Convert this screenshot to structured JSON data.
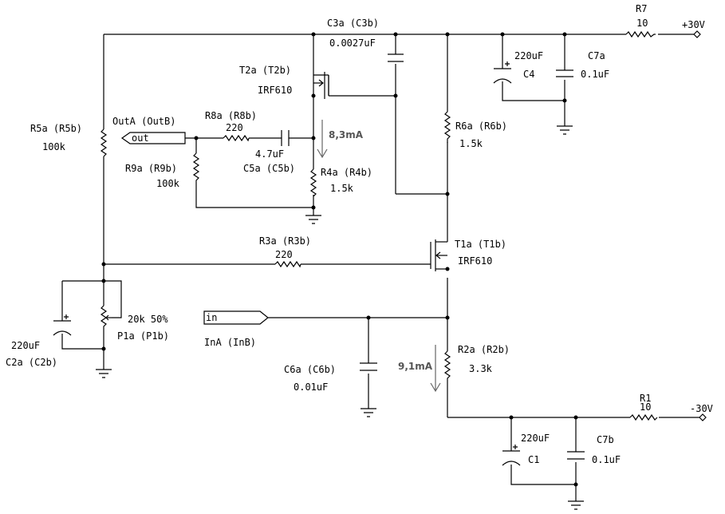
{
  "labels": {
    "c3": "C3a (C3b)",
    "c3_val": "0.0027uF",
    "r7": "R7",
    "r7_val": "10",
    "plus30": "+30V",
    "c4_val": "220uF",
    "c4": "C4",
    "c7a": "C7a",
    "c7a_val": "0.1uF",
    "t2": "T2a (T2b)",
    "t2_type": "IRF610",
    "r5": "R5a (R5b)",
    "r5_val": "100k",
    "out_ref": "OutA (OutB)",
    "out_port": "out",
    "r8": "R8a (R8b)",
    "r8_val": "220",
    "c5_val": "4.7uF",
    "c5": "C5a (C5b)",
    "i_top": "8,3mA",
    "r6": "R6a (R6b)",
    "r6_val": "1.5k",
    "r9": "R9a (R9b)",
    "r9_val": "100k",
    "r4": "R4a (R4b)",
    "r4_val": "1.5k",
    "r3": "R3a (R3b)",
    "r3_val": "220",
    "t1": "T1a (T1b)",
    "t1_type": "IRF610",
    "p1_val": "20k 50%",
    "p1": "P1a (P1b)",
    "in_port": "in",
    "in_ref": "InA (InB)",
    "c2_val": "220uF",
    "c2": "C2a (C2b)",
    "r2": "R2a (R2b)",
    "r2_val": "3.3k",
    "i_bot": "9,1mA",
    "c6": "C6a (C6b)",
    "c6_val": "0.01uF",
    "r1": "R1",
    "r1_val": "10",
    "minus30": "-30V",
    "c1_val": "220uF",
    "c1": "C1",
    "c7b": "C7b",
    "c7b_val": "0.1uF"
  }
}
